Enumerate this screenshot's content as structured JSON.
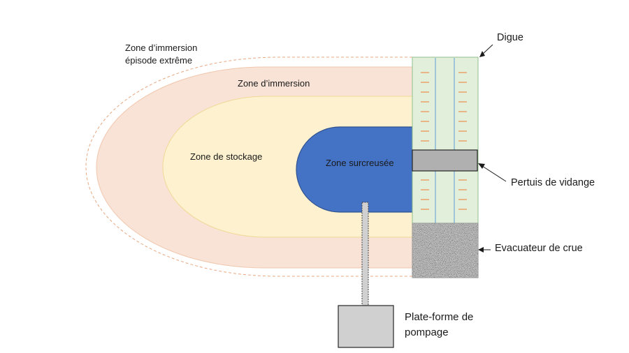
{
  "labels": {
    "immersion_extreme_line1": "Zone d’immersion",
    "immersion_extreme_line2": "épisode extrême",
    "immersion": "Zone d’immersion",
    "stockage": "Zone de stockage",
    "surcreusee": "Zone surcreusée",
    "digue": "Digue",
    "pertuis": "Pertuis de vidange",
    "evacuateur": "Evacuateur de crue",
    "plateforme_line1": "Plate-forme de",
    "plateforme_line2": "pompage"
  },
  "colors": {
    "immersion_fill": "#f9e3d6",
    "stockage_fill": "#fdf1cf",
    "surcreusee_fill": "#4472c4",
    "surcreusee_stroke": "#2f528f",
    "digue_fill": "#e2efda",
    "digue_stroke": "#8fbf8a",
    "tick_orange": "#ed7d31",
    "pipe_blue": "#5b9bd5",
    "pertuis_fill": "#b0b0b0",
    "platform_fill": "#d0d0d0",
    "extreme_dash": "#e8a882",
    "gravel_fill": "#a6a6a6"
  }
}
